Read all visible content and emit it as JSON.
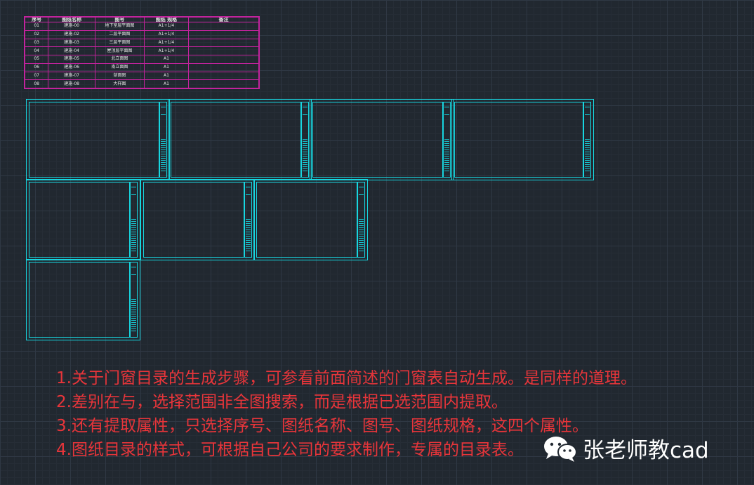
{
  "drawing_list": {
    "headers": [
      "序号",
      "图纸名称",
      "图号",
      "图纸 规格",
      "备注"
    ],
    "rows": [
      [
        "01",
        "建施-00",
        "地下室层平面图",
        "A1+1/4",
        ""
      ],
      [
        "02",
        "建施-02",
        "二层平面图",
        "A1+1/4",
        ""
      ],
      [
        "03",
        "建施-03",
        "三层平面图",
        "A1+1/4",
        ""
      ],
      [
        "04",
        "建施-04",
        "屋顶层平面图",
        "A1+1/4",
        ""
      ],
      [
        "05",
        "建施-05",
        "北立面图",
        "A1",
        ""
      ],
      [
        "06",
        "建施-06",
        "南立面图",
        "A1",
        ""
      ],
      [
        "07",
        "建施-07",
        "剖面图",
        "A1",
        ""
      ],
      [
        "08",
        "建施-08",
        "大样图",
        "A1",
        ""
      ]
    ]
  },
  "notes": [
    "1.关于门窗目录的生成步骤，可参看前面简述的门窗表自动生成。是同样的道理。",
    "2.差别在与，选择范围非全图搜索，而是根据已选范围内提取。",
    "3.还有提取属性，只选择序号、图纸名称、图号、图纸规格，这四个属性。",
    "4.图纸目录的样式，可根据自己公司的要求制作，专属的目录表。"
  ],
  "watermark": {
    "icon": "wechat-icon",
    "text": "张老师教cad"
  },
  "colors": {
    "background": "#212830",
    "table_border": "#c2239d",
    "sheet_frame": "#17d6e0",
    "note_text": "#e8353a",
    "watermark_text": "#ffffff"
  }
}
